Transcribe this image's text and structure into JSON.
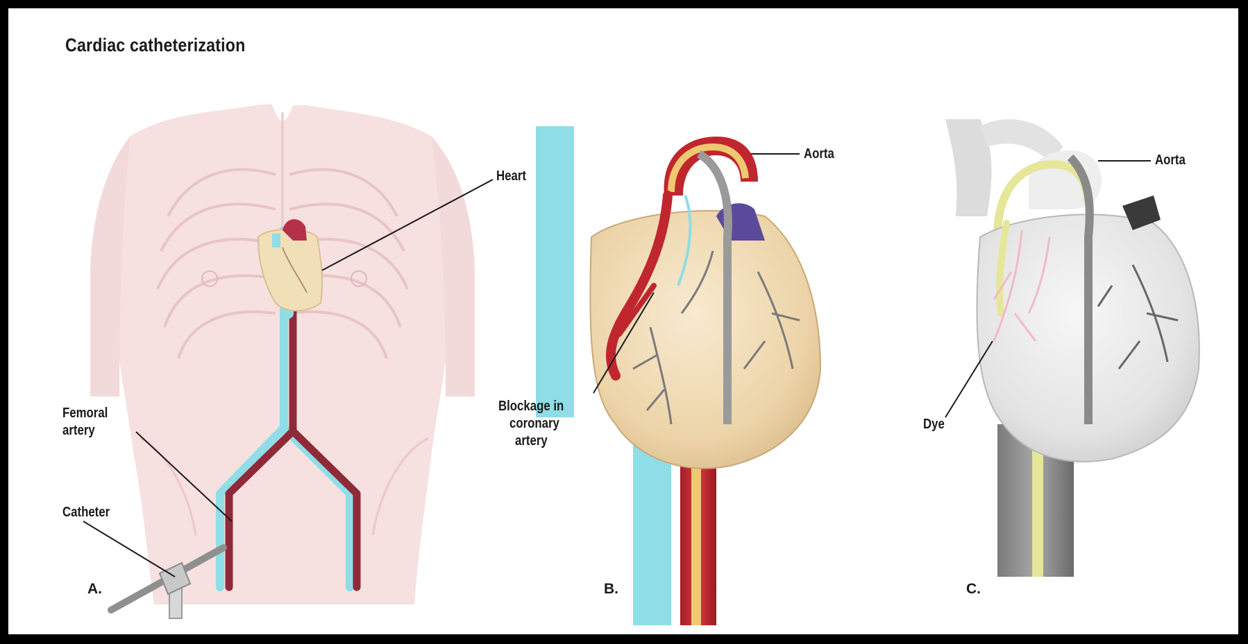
{
  "title": "Cardiac catheterization",
  "labels": {
    "heart": "Heart",
    "femoral_artery_line1": "Femoral",
    "femoral_artery_line2": "artery",
    "catheter": "Catheter",
    "aorta_b": "Aorta",
    "blockage_line1": "Blockage in",
    "blockage_line2": "coronary",
    "blockage_line3": "artery",
    "aorta_c": "Aorta",
    "dye": "Dye"
  },
  "panels": {
    "a": "A.",
    "b": "B.",
    "c": "C."
  },
  "colors": {
    "body_tone": "#f4dcdc",
    "rib_line": "#e6c3c3",
    "artery": "#8e2a3a",
    "vein": "#8fdde6",
    "heart_tone": "#f0dcb2",
    "aorta_red": "#c0262e",
    "dye_yellow": "#e6e69a",
    "grey_heart": "#e9e9e9"
  }
}
